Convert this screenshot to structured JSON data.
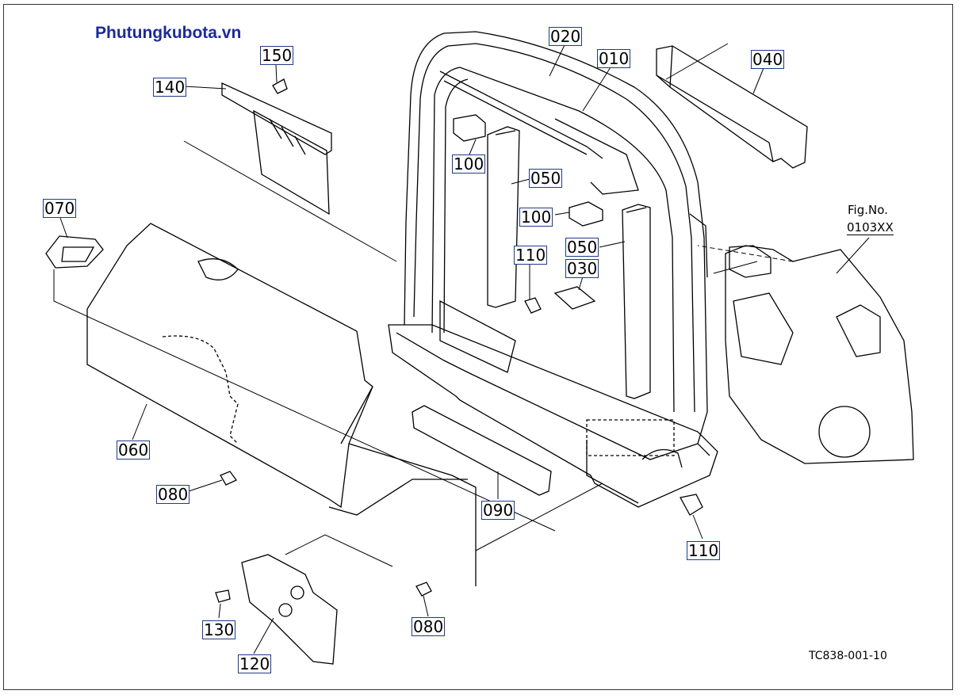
{
  "watermark": "Phutungkubota.vn",
  "figure_ref": {
    "line1": "Fig.No.",
    "line2": "0103XX"
  },
  "drawing_code": "TC838-001-10",
  "callouts": {
    "c020": "020",
    "c010": "010",
    "c040": "040",
    "c150": "150",
    "c140": "140",
    "c100a": "100",
    "c050a": "050",
    "c100b": "100",
    "c070": "070",
    "c110a": "110",
    "c030": "030",
    "c050b": "050",
    "c060": "060",
    "c080a": "080",
    "c090": "090",
    "c110b": "110",
    "c080b": "080",
    "c130": "130",
    "c120": "120"
  },
  "colors": {
    "callout_border": "#1f3a8a",
    "watermark": "#1b2b9a",
    "line": "#000000"
  }
}
